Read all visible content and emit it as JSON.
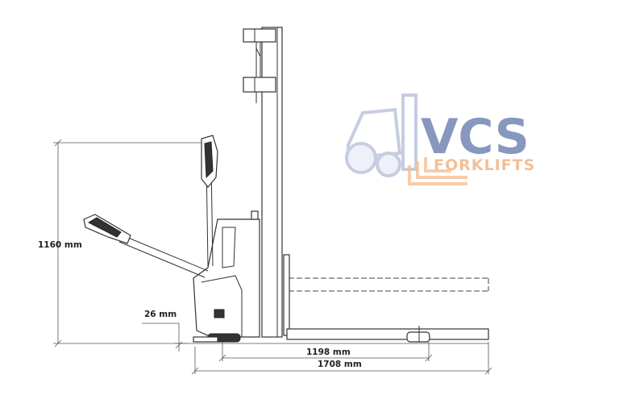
{
  "dimensions": {
    "height_handle": "1160 mm",
    "ground_clearance": "26 mm",
    "wheelbase": "1198 mm",
    "overall_length": "1708 mm"
  },
  "logo": {
    "brand": "VCS",
    "tagline": "FORKLIFTS",
    "colors": {
      "brand": "#7b8cb8",
      "tagline": "#f2b98c"
    }
  }
}
